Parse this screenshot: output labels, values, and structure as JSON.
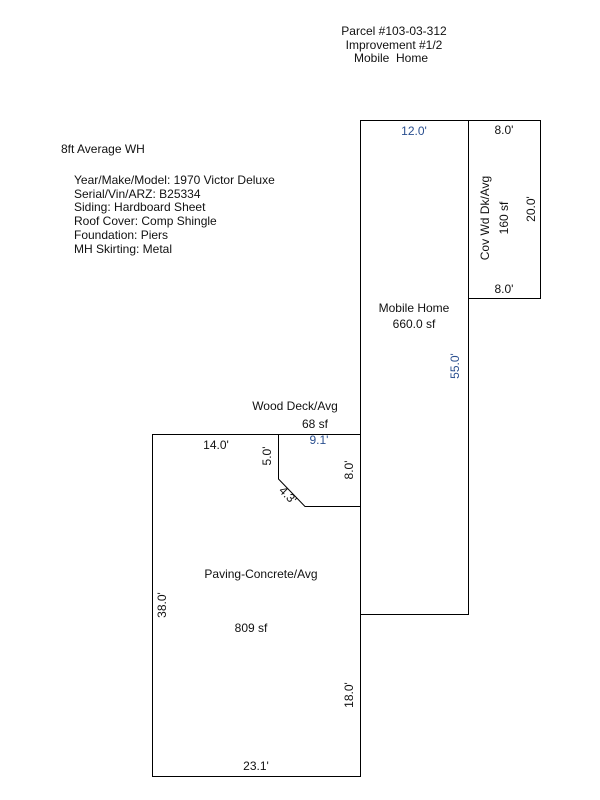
{
  "header": {
    "parcel": "Parcel #103-03-312",
    "improvement": "Improvement #1/2",
    "type": "Mobile  Home"
  },
  "notes": {
    "wall_height": "8ft Average WH",
    "details": [
      "Year/Make/Model: 1970 Victor Deluxe",
      "Serial/Vin/ARZ: B25334",
      "Siding: Hardboard Sheet",
      "Roof Cover: Comp Shingle",
      "Foundation: Piers",
      "MH Skirting: Metal"
    ]
  },
  "areas": {
    "mobile_home": {
      "name": "Mobile Home",
      "area": "660.0 sf",
      "top": "12.0'",
      "side": "55.0'"
    },
    "cov_deck": {
      "name": "Cov Wd Dk/Avg",
      "area": "160 sf",
      "top": "8.0'",
      "bottom": "8.0'",
      "side": "20.0'"
    },
    "wood_deck": {
      "name": "Wood Deck/Avg",
      "area": "68 sf",
      "top": "9.1'",
      "left": "5.0'",
      "diag": "4.3'",
      "right": "8.0'"
    },
    "paving": {
      "name": "Paving-Concrete/Avg",
      "area": "809 sf",
      "top": "14.0'",
      "left": "38.0'",
      "right": "18.0'",
      "bottom": "23.1'"
    }
  },
  "colors": {
    "dimension_blue": "#2a4f8f"
  }
}
